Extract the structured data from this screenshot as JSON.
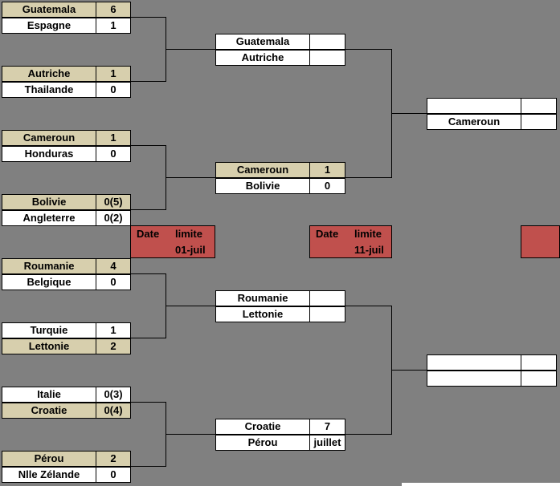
{
  "round1": [
    {
      "team": "Guatemala",
      "score": "6",
      "hl": true
    },
    {
      "team": "Espagne",
      "score": "1",
      "hl": false
    },
    {
      "team": "Autriche",
      "score": "1",
      "hl": true
    },
    {
      "team": "Thailande",
      "score": "0",
      "hl": false
    },
    {
      "team": "Cameroun",
      "score": "1",
      "hl": true
    },
    {
      "team": "Honduras",
      "score": "0",
      "hl": false
    },
    {
      "team": "Bolivie",
      "score": "0(5)",
      "hl": true
    },
    {
      "team": "Angleterre",
      "score": "0(2)",
      "hl": false
    },
    {
      "team": "Roumanie",
      "score": "4",
      "hl": true
    },
    {
      "team": "Belgique",
      "score": "0",
      "hl": false
    },
    {
      "team": "Turquie",
      "score": "1",
      "hl": false
    },
    {
      "team": "Lettonie",
      "score": "2",
      "hl": true
    },
    {
      "team": "Italie",
      "score": "0(3)",
      "hl": false
    },
    {
      "team": "Croatie",
      "score": "0(4)",
      "hl": true
    },
    {
      "team": "Pérou",
      "score": "2",
      "hl": true
    },
    {
      "team": "Nlle Zélande",
      "score": "0",
      "hl": false
    }
  ],
  "round2": [
    {
      "team": "Guatemala",
      "score": "",
      "hl": false
    },
    {
      "team": "Autriche",
      "score": "",
      "hl": false
    },
    {
      "team": "Cameroun",
      "score": "1",
      "hl": true
    },
    {
      "team": "Bolivie",
      "score": "0",
      "hl": false
    },
    {
      "team": "Roumanie",
      "score": "",
      "hl": false
    },
    {
      "team": "Lettonie",
      "score": "",
      "hl": false
    },
    {
      "team": "Croatie",
      "score": "7",
      "hl": false
    },
    {
      "team": "Pérou",
      "score": "juillet",
      "hl": false
    }
  ],
  "round3": [
    {
      "team": "",
      "score": "",
      "hl": false
    },
    {
      "team": "Cameroun",
      "score": "",
      "hl": false
    },
    {
      "team": "",
      "score": "",
      "hl": false
    },
    {
      "team": "",
      "score": "",
      "hl": false
    }
  ],
  "deadlines": [
    {
      "word1": "Date",
      "word2": "limite",
      "date": "01-juil"
    },
    {
      "word1": "Date",
      "word2": "limite",
      "date": "11-juil"
    },
    {
      "word1": "",
      "word2": "",
      "date": ""
    }
  ],
  "colors": {
    "background": "#808080",
    "highlight": "#d7cfad",
    "deadline": "#c0504d",
    "cell": "#ffffff"
  }
}
